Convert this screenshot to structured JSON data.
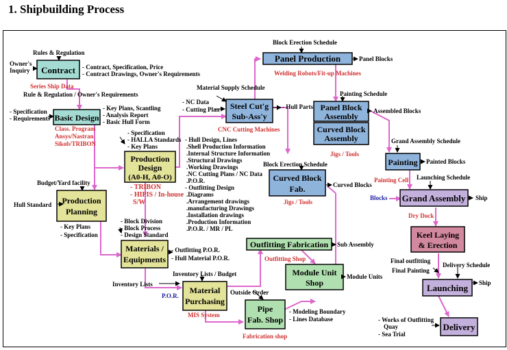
{
  "title": "1. Shipbuilding Process",
  "colors": {
    "line": "#dd66cc",
    "label_red": "#d03030",
    "label_blue": "#1a1aa0",
    "box_teal": "#a4dcd4",
    "box_olive": "#e4e39a",
    "box_blue": "#8fb4dc",
    "box_green": "#b0e0b0",
    "box_purple": "#c4b0dc",
    "box_pink": "#d2889e",
    "box_navy": "#2b3288"
  },
  "boxes": {
    "contract": "Contract",
    "basic_design": "Basic Design",
    "production_planning": "Production Planning",
    "production_design": "Production Design (A0-H, A0-O)",
    "materials_equipments": "Materials / Equipments",
    "material_purchasing": "Material Purchasing",
    "steel_cutting": "Steel Cut'g Sub-Ass'y",
    "panel_production": "Panel Production",
    "panel_block_assembly": "Panel Block Assembly",
    "curved_block_assembly": "Curved Block Assembly",
    "curved_block_fab": "Curved Block Fab.",
    "outfitting_fabrication": "Outfitting Fabrication",
    "module_unit_shop": "Module Unit Shop",
    "pipe_fab_shop": "Pipe Fab. Shop",
    "painting": "Painting",
    "grand_assembly": "Grand Assembly",
    "keel_laying": "Keel Laying & Erection",
    "launching": "Launching",
    "delivery": "Delivery"
  },
  "red_labels": {
    "series_ship_data": "Series Ship Data",
    "class_program": "Class. Program",
    "ansys_nastran": "Ansys/Nastran",
    "sikob_tribon": "Sikob/TRIBON",
    "tribon": "- TRIBON",
    "hipis": "- HIPIS / In-house",
    "sw": "S/W",
    "cnc_cutting": "CNC Cutting Machines",
    "welding_robots": "Welding Robots/Fit-up Machines",
    "jigs_tools_1": "Jigs / Tools",
    "jigs_tools_2": "Jigs / Tools",
    "painting_cell": "Painting Cell",
    "dry_dock": "Dry Dock",
    "outfitting_shop": "Outfitting Shop",
    "mis_system": "MIS System",
    "fabrication_shop": "Fabrication shop"
  },
  "blue_labels": {
    "por": "P.O.R.",
    "blocks": "Blocks"
  },
  "labels": {
    "rules_regulation": "Rules & Regulation",
    "owners_inquiry": "Owner's Inquiry",
    "contract_out1": "- Contract,  Specification, Price",
    "contract_out2": "- Contract Drawings, Owner's Requirements",
    "rule_reg_owner": "Rule & Regulation / Owner's Requirements",
    "spec_in": "- Specification",
    "req_in": "- Requirements",
    "basic_out1": "- Key Plans, Scantling",
    "basic_out2": "- Analysis Report",
    "basic_out3": "- Basic Hull Form",
    "budget_yard": "Budget/Yard facility",
    "hull_standard": "Hull Standard",
    "pp_out1": "- Key Plans",
    "pp_out2": "- Specification",
    "pd_in1": "- Specification",
    "pd_in2": "- HALLA Standards",
    "pd_in3": "- Key Plans",
    "pd_out1": "- Hull Design, Lines",
    "pd_out2": ".Shell Production Information",
    "pd_out3": ".Internal Structure Information",
    "pd_out4": ".Structural Drawings",
    "pd_out5": ".Working Drawings",
    "pd_out6": ".NC Cutting Plans / NC Data",
    "pd_out7": ".P.O.R.",
    "pd_out8": "- Outfitting Design",
    "pd_out9": ".Diagrams",
    "pd_out10": ".Arrangement drawings",
    "pd_out11": ".manufacturing Drawings",
    "pd_out12": ".Installation drawings",
    "pd_out13": ".Production Information",
    "pd_out14": ".P.O.R. / MR / PL",
    "me_in1": "- Block Division",
    "me_in2": "- Block Process",
    "me_in3": "- Design Standard",
    "me_out1": "- Outfitting P.O.R.",
    "me_out2": "- Hull Material P.O.R.",
    "inventory_lists": "Inventory Lists",
    "inventory_budget": "Inventory Lists / Budget",
    "outside_order": "Outside Order",
    "pipe_out1": "- Modeling Boundary",
    "pipe_out2": "- Lines Database",
    "material_supply": "Material Supply Schedule",
    "nc_data": "- NC Data",
    "cutting_plan": "- Cutting Plan",
    "hull_parts": "- Hull Parts",
    "block_erection_1": "Block Erection Schedule",
    "panel_blocks": "Panel Blocks",
    "painting_schedule": "Painting Schedule",
    "assembled_blocks": "Assembled Blocks",
    "block_erection_2": "Block Erection Schedule",
    "curved_blocks": "Curved Blocks",
    "grand_schedule": "Grand Assembly Schedule",
    "painted_blocks": "Painted Blocks",
    "launching_schedule": "Launching Schedule",
    "ship_1": "Ship",
    "sub_assembly": "Sub Assembly",
    "module_units": "Module Units",
    "final_outfitting": "Final outfitting",
    "final_painting": "Final Painting",
    "delivery_schedule": "Delivery Schedule",
    "ship_2": "Ship",
    "works_outfitting": "- Works of Outfitting",
    "quay": "Quay",
    "sea_trial": "- Sea Trial"
  }
}
